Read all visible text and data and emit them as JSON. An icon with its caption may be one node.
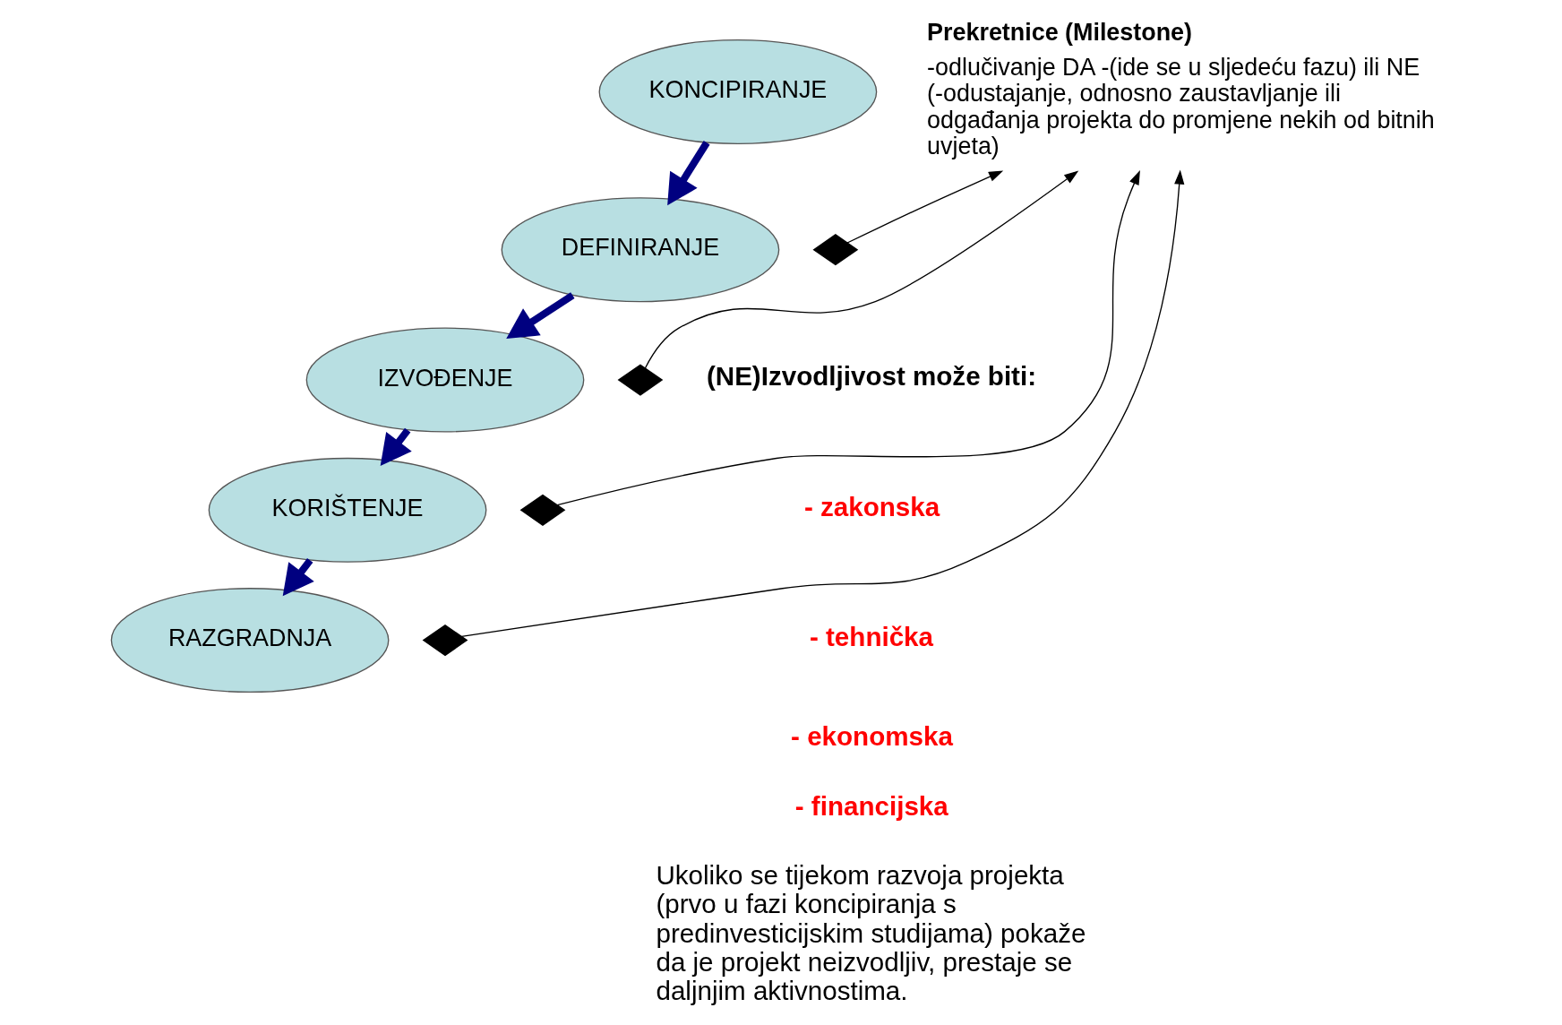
{
  "diagram": {
    "nodes": [
      {
        "text": [
          "KONCIPIRANJE"
        ]
      },
      {
        "text": [
          "DEFINIRANJE"
        ]
      },
      {
        "text": [
          "IZVOĐENJE"
        ]
      },
      {
        "text": [
          "KORIŠTENJE"
        ]
      },
      {
        "text": [
          "RAZGRADNJA"
        ]
      },
      {
        "text": [
          "Prekretnice (Milestone)",
          "-odlučivanje DA -(ide se u sljedeću fazu) ili NE (-odustajanje, odnosno zaustavljanje ili odgađanja projekta do promjene nekih od bitnih uvjeta)"
        ]
      },
      {
        "text": [],
        "shape": "diamond"
      },
      {
        "text": [],
        "shape": "diamond"
      },
      {
        "text": [],
        "shape": "diamond"
      },
      {
        "text": [],
        "shape": "diamond"
      }
    ],
    "edges": [
      {
        "from": 0,
        "to": 1,
        "arrow": "to",
        "style": "thick",
        "color": "#000080"
      },
      {
        "from": 1,
        "to": 2,
        "arrow": "to",
        "style": "thick",
        "color": "#000080"
      },
      {
        "from": 2,
        "to": 3,
        "arrow": "to",
        "style": "thick",
        "color": "#000080"
      },
      {
        "from": 3,
        "to": 4,
        "arrow": "to",
        "style": "thick",
        "color": "#000080"
      },
      {
        "from": 6,
        "to": 5,
        "arrow": "to",
        "color": "#000000"
      },
      {
        "from": 7,
        "to": 5,
        "arrow": "to",
        "color": "#000000"
      },
      {
        "from": 8,
        "to": 5,
        "arrow": "to",
        "color": "#000000"
      },
      {
        "from": 9,
        "to": 5,
        "arrow": "to",
        "color": "#000000"
      }
    ],
    "labels": [
      "(NE)Izvodljivost može biti:",
      "- zakonska",
      "- tehnička",
      "- ekonomska",
      "- financijska",
      "Ukoliko se tijekom razvoja projekta (prvo u fazi koncipiranja s predinvesticijskim studijama) pokaže da je projekt neizvodljiv, prestaje se daljnjim aktivnostima."
    ]
  }
}
